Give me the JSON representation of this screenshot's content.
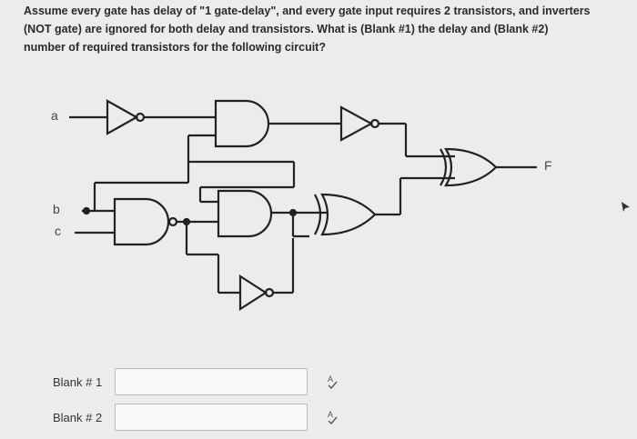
{
  "question": {
    "line1": "Assume every gate has delay of \"1 gate-delay\", and every gate input requires 2 transistors, and inverters",
    "line2": "(NOT gate) are ignored for both delay and transistors. What is (Blank #1) the delay and (Blank #2)",
    "line3": "number of required transistors for the following circuit?"
  },
  "circuit": {
    "input_a": "a",
    "input_b": "b",
    "input_c": "c",
    "output_f": "F"
  },
  "blanks": [
    {
      "label": "Blank # 1",
      "value": "",
      "placeholder": ""
    },
    {
      "label": "Blank # 2",
      "value": "",
      "placeholder": ""
    }
  ],
  "icons": {
    "spellcheck": "spellcheck-icon",
    "cursor": "mouse-cursor-icon"
  }
}
